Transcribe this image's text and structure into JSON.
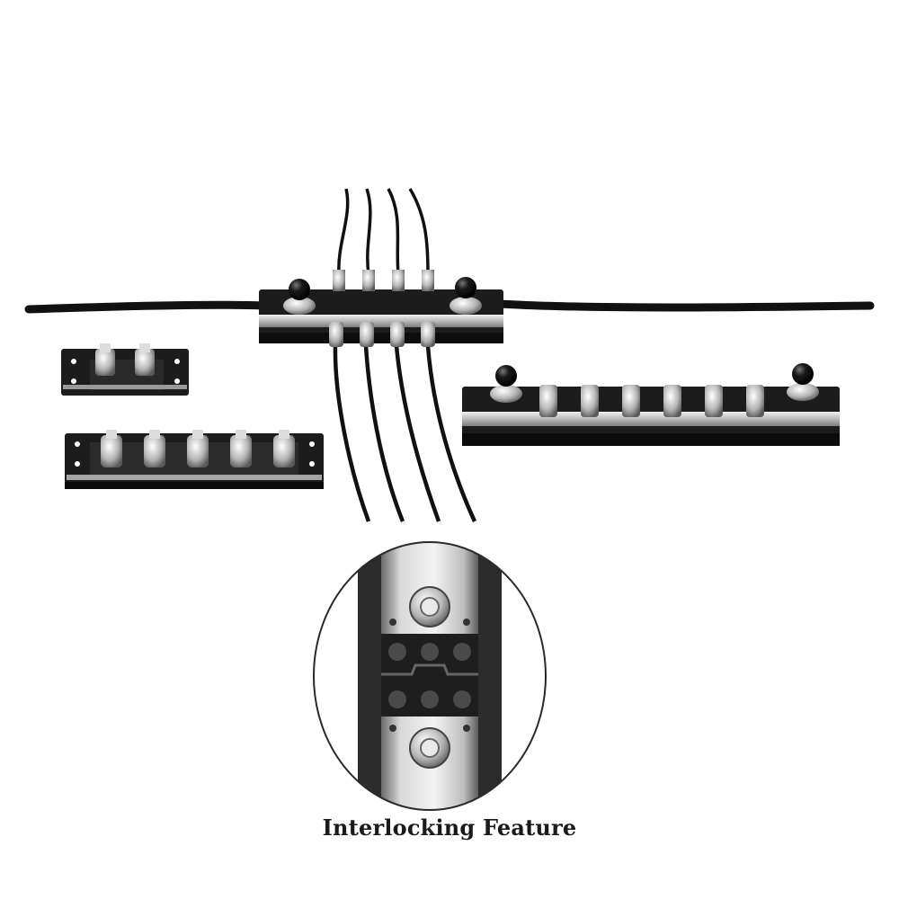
{
  "caption": "Interlocking Feature",
  "palette": {
    "background": "#ffffff",
    "base": "#1c1c1c",
    "metal": "#c9c9c9",
    "wire": "#111111"
  },
  "products": {
    "top_busbar": {
      "cap_studs": 2,
      "screw_terminals": 4,
      "wires_up": 4,
      "wires_down": 4
    },
    "small_busbar": {
      "studs": 2
    },
    "medium_busbar": {
      "studs": 5
    },
    "long_busbar": {
      "cap_studs": 2,
      "studs": 6
    }
  }
}
